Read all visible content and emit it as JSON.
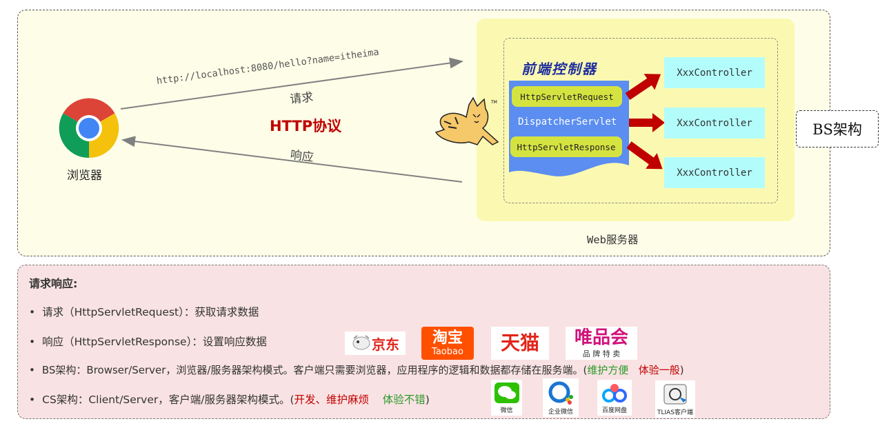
{
  "diagram": {
    "browser_label": "浏览器",
    "url_text": "http://localhost:8080/hello?name=itheima",
    "request_label": "请求",
    "response_label": "响应",
    "protocol_label": "HTTP协议",
    "front_controller_label": "前端控制器",
    "servlet_request": "HttpServletRequest",
    "dispatcher_servlet": "DispatcherServlet",
    "servlet_response": "HttpServletResponse",
    "controllers": [
      "XxxController",
      "XxxController",
      "XxxController"
    ],
    "web_server_label": "Web服务器",
    "bs_label": "BS架构"
  },
  "notes": {
    "title": "请求响应:",
    "bullets": [
      {
        "text": "请求（HttpServletRequest）：获取请求数据"
      },
      {
        "text": "响应（HttpServletResponse）：设置响应数据"
      },
      {
        "text": "BS架构：Browser/Server，浏览器/服务器架构模式。客户端只需要浏览器，应用程序的逻辑和数据都存储在服务端。",
        "paren_open": "(",
        "green": "维护方便",
        "red": "体验一般",
        "paren_close": ")"
      },
      {
        "text": "CS架构：Client/Server，客户端/服务器架构模式。",
        "paren_open": "(",
        "red": "开发、维护麻烦",
        "green": "体验不错",
        "paren_close": ")"
      }
    ]
  },
  "logos": {
    "jd": "京东",
    "taobao": "淘宝",
    "taobao_en": "Taobao",
    "tmall": "天猫",
    "vip": "唯品会",
    "vip_sub": "品 牌 特 卖",
    "wechat": "微信",
    "wecom": "企业微信",
    "baidupan": "百度网盘",
    "tlias": "TLIAS客户端"
  },
  "colors": {
    "top_panel_bg": "#fdfde8",
    "server_bg": "#fbf9b1",
    "controller_bg": "#b3fcfc",
    "dispatcher_bg": "#5b8ef0",
    "request_box_bg": "#d5e341",
    "arrow_red": "#c00000",
    "bottom_panel_bg": "#f9e2e3"
  }
}
